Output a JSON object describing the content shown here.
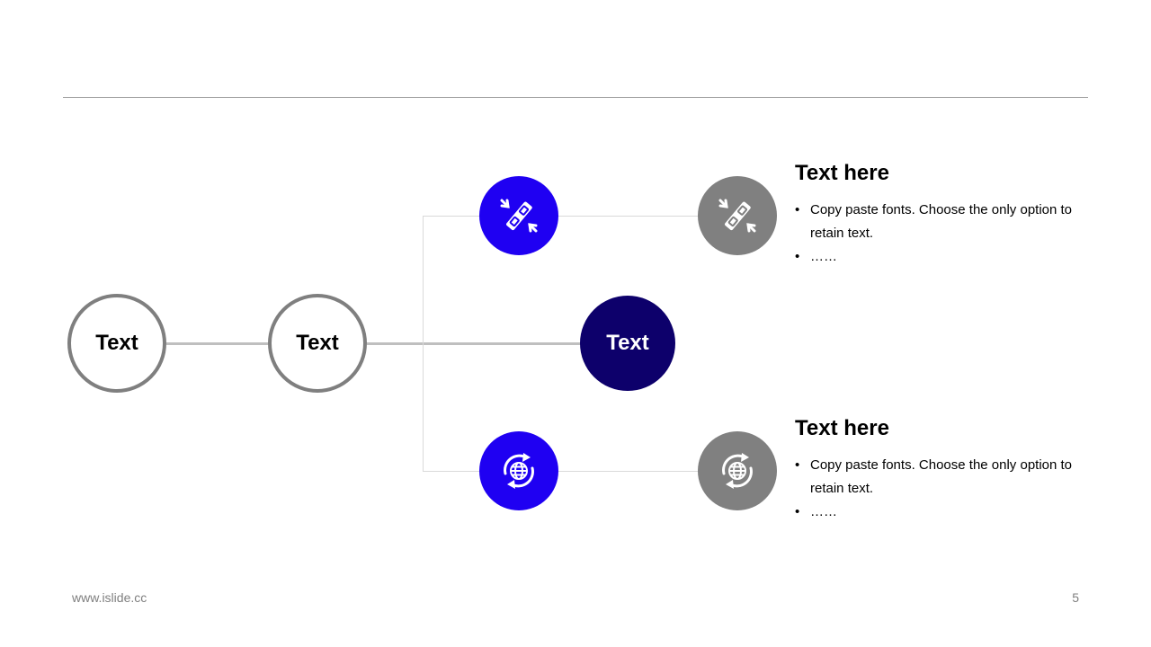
{
  "diagram": {
    "nodes": {
      "first": "Text",
      "second": "Text",
      "center": "Text"
    },
    "branches": [
      {
        "icon_blue": "seatbelt-icon",
        "icon_grey": "seatbelt-icon",
        "title": "Text here",
        "bullets": [
          "Copy paste fonts. Choose the only option to retain text.",
          "……"
        ]
      },
      {
        "icon_blue": "globe-sync-icon",
        "icon_grey": "globe-sync-icon",
        "title": "Text here",
        "bullets": [
          "Copy paste fonts. Choose the only option to retain text.",
          "……"
        ]
      }
    ],
    "bullet_symbol": "•",
    "colors": {
      "blue": "#1f00f2",
      "navy": "#0d006b",
      "grey": "#808080",
      "outline": "#7f7f7f"
    }
  },
  "footer": {
    "url": "www.islide.cc",
    "page_number": "5"
  }
}
